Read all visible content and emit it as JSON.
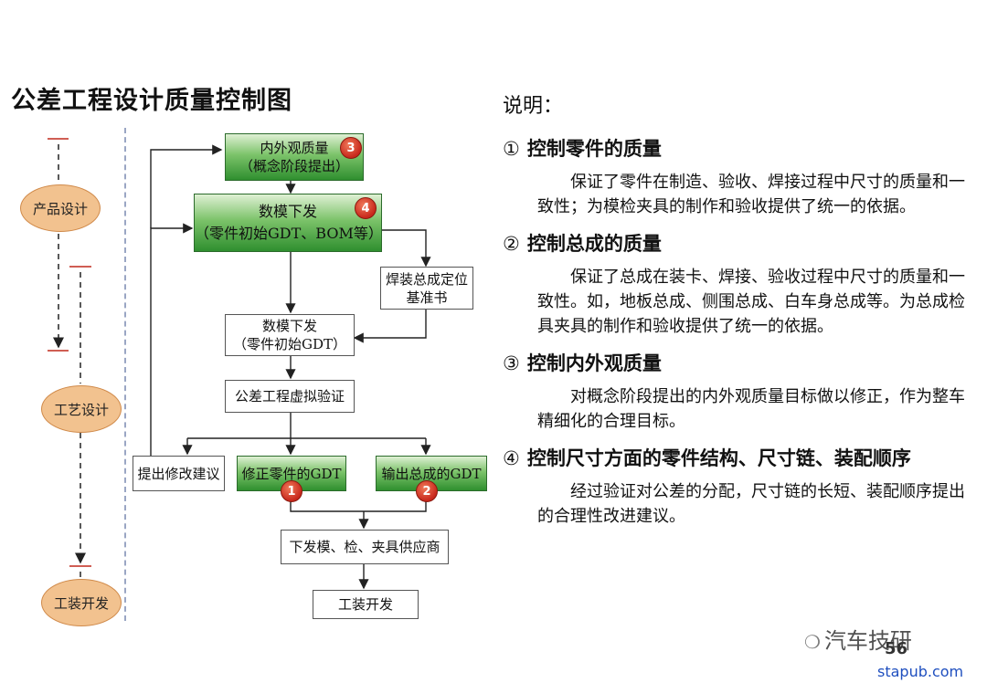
{
  "title": "公差工程设计质量控制图",
  "phases": [
    "产品设计",
    "工艺设计",
    "工装开发"
  ],
  "flow": {
    "box_appearance": {
      "line1": "内外观质量",
      "line2": "（概念阶段提出）",
      "badge": "3"
    },
    "box_model_release": {
      "line1": "数模下发",
      "line2": "（零件初始GDT、BOM等）",
      "badge": "4"
    },
    "box_welding_book": {
      "line1": "焊装总成定位",
      "line2": "基准书"
    },
    "box_model_release2": {
      "line1": "数模下发",
      "line2": "（零件初始GDT）"
    },
    "box_virtual_verify": "公差工程虚拟验证",
    "box_suggest": "提出修改建议",
    "box_modify_part": {
      "label": "修正零件的GDT",
      "badge": "1"
    },
    "box_output_assembly": {
      "label": "输出总成的GDT",
      "badge": "2"
    },
    "box_supplier": "下发模、检、夹具供应商",
    "box_tooling": "工装开发"
  },
  "notes": {
    "title": "说明：",
    "items": [
      {
        "num": "①",
        "head": "控制零件的质量",
        "body": "保证了零件在制造、验收、焊接过程中尺寸的质量和一致性；为模检夹具的制作和验收提供了统一的依据。"
      },
      {
        "num": "②",
        "head": "控制总成的质量",
        "body": "保证了总成在装卡、焊接、验收过程中尺寸的质量和一致性。如，地板总成、侧围总成、白车身总成等。为总成检具夹具的制作和验收提供了统一的依据。"
      },
      {
        "num": "③",
        "head": "控制内外观质量",
        "body": "对概念阶段提出的内外观质量目标做以修正，作为整车精细化的合理目标。"
      },
      {
        "num": "④",
        "head": "控制尺寸方面的零件结构、尺寸链、装配顺序",
        "body": "经过验证对公差的分配，尺寸链的长短、装配顺序提出的合理性改进建议。"
      }
    ]
  },
  "watermark": "汽车技研",
  "page_number": "56",
  "site": "stapub.com"
}
